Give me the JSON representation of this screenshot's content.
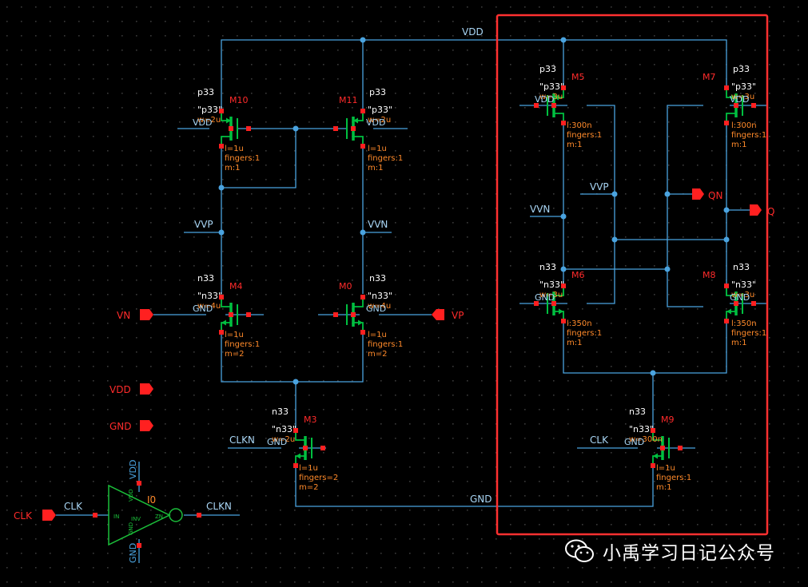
{
  "colors": {
    "background": "#000000",
    "grid": "#3a3a3a",
    "wire": "#4aa3df",
    "pin": "#ff2020",
    "device": "#00c040",
    "device_label": "#ff2b2b",
    "param": "#ff8a2a",
    "net_label": "#a9d6f5",
    "highlight_box": "#ff3030",
    "inverter": "#1bbf3a"
  },
  "io_pins": {
    "VN": "VN",
    "VP": "VP",
    "VDD": "VDD",
    "GND": "GND",
    "CLK": "CLK",
    "QN": "QN",
    "Q": "Q"
  },
  "nets": {
    "vdd_top": "VDD",
    "gnd_bottom": "GND",
    "vvp_left": "VVP",
    "vvn_mid": "VVN",
    "vvp_right": "VVP",
    "vvn_right": "VVN",
    "clk_in": "CLK",
    "clkn_out": "CLKN",
    "clkn_m3": "CLKN",
    "clk_m9": "CLK"
  },
  "devices": {
    "M10": {
      "name": "M10",
      "model": "p33",
      "type_q": "\"p33\"",
      "w": "w=2u",
      "l": "l=1u",
      "fingers": "fingers:1",
      "m": "m:1",
      "body": "VDD"
    },
    "M11": {
      "name": "M11",
      "model": "p33",
      "type_q": "\"p33\"",
      "w": "w=2u",
      "l": "l=1u",
      "fingers": "fingers:1",
      "m": "m:1",
      "body": "VDD"
    },
    "M4": {
      "name": "M4",
      "model": "n33",
      "type_q": "\"n33\"",
      "w": "w=4u",
      "l": "l=1u",
      "fingers": "fingers:1",
      "m": "m=2",
      "body": "GND"
    },
    "M0": {
      "name": "M0",
      "model": "n33",
      "type_q": "\"n33\"",
      "w": "w=4u",
      "l": "l=1u",
      "fingers": "fingers:1",
      "m": "m=2",
      "body": "GND"
    },
    "M3": {
      "name": "M3",
      "model": "n33",
      "type_q": "\"n33\"",
      "w": "w=2u",
      "l": "l=1u",
      "fingers": "fingers=2",
      "m": "m=2",
      "body": "GND"
    },
    "M5": {
      "name": "M5",
      "model": "p33",
      "type_q": "\"p33\"",
      "w": "w=3u",
      "l": "l:300n",
      "fingers": "fingers:1",
      "m": "m:1",
      "body": "VDD"
    },
    "M7": {
      "name": "M7",
      "model": "p33",
      "type_q": "\"p33\"",
      "w": "w=3u",
      "l": "l:300n",
      "fingers": "fingers:1",
      "m": "m:1",
      "body": "VDD"
    },
    "M6": {
      "name": "M6",
      "model": "n33",
      "type_q": "\"n33\"",
      "w": "w=3u",
      "l": "l:350n",
      "fingers": "fingers:1",
      "m": "m:1",
      "body": "GND"
    },
    "M8": {
      "name": "M8",
      "model": "n33",
      "type_q": "\"n33\"",
      "w": "w=3u",
      "l": "l:350n",
      "fingers": "fingers:1",
      "m": "m:1",
      "body": "GND"
    },
    "M9": {
      "name": "M9",
      "model": "n33",
      "type_q": "\"n33\"",
      "w": "w=300n",
      "l": "l=1u",
      "fingers": "fingers:1",
      "m": "m:1",
      "body": "GND"
    }
  },
  "inverter": {
    "name": "I0",
    "vdd_pin": "VDD",
    "gnd_pin": "GND",
    "in_pin": "IN",
    "out_pin": "ZN",
    "cell": "INV"
  },
  "watermark": {
    "icon": "wechat-icon",
    "text": "小禹学习日记公众号"
  }
}
